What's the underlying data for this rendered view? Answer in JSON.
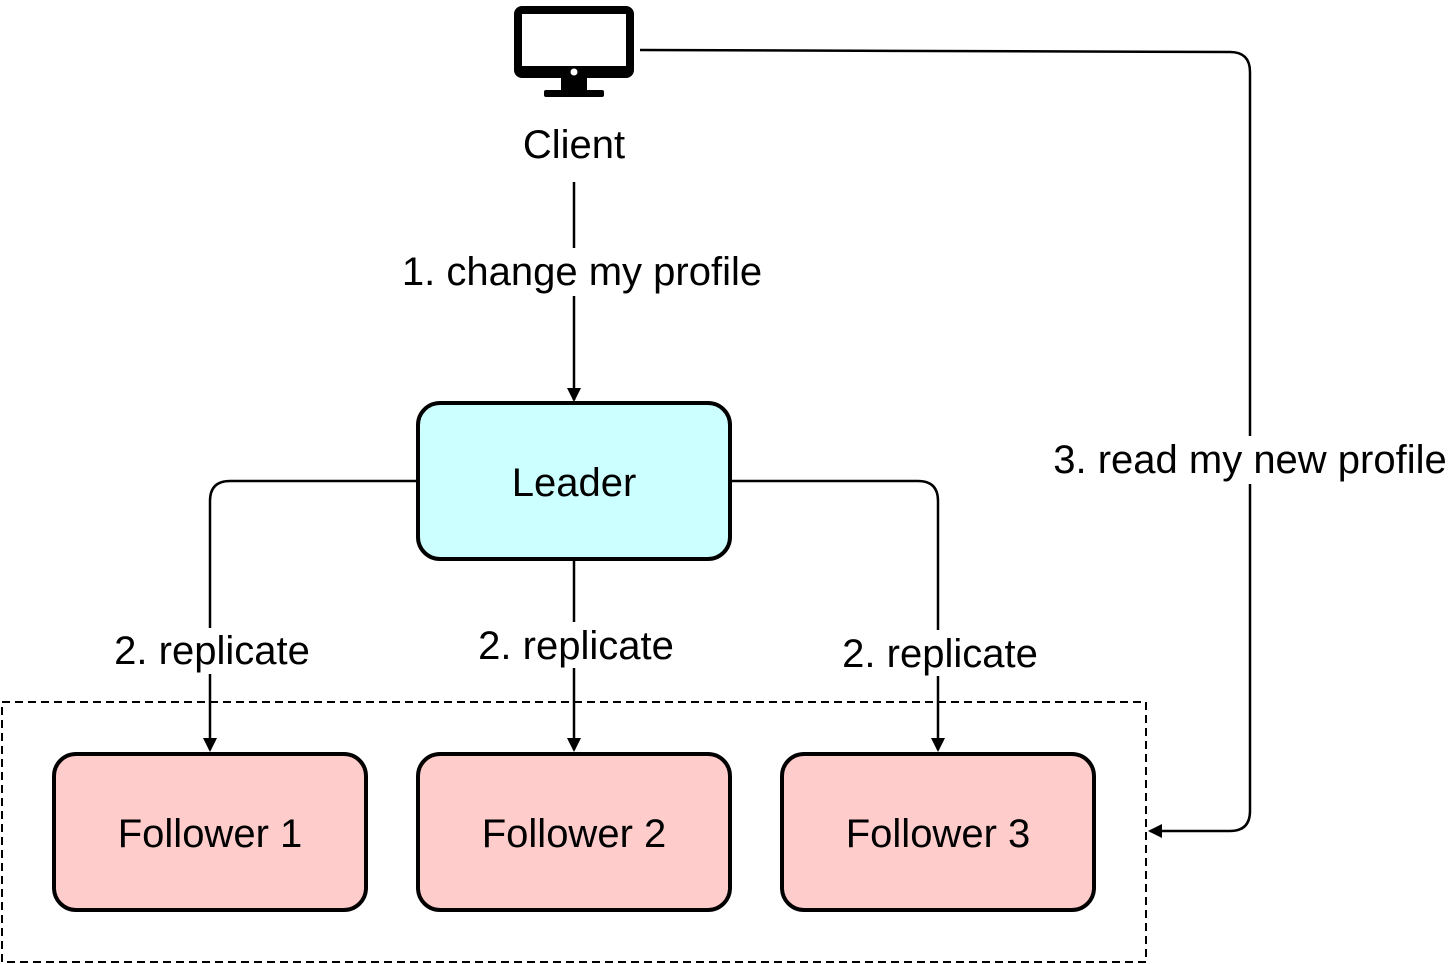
{
  "colors": {
    "leader_fill": "#ccffff",
    "follower_fill": "#ffcccc",
    "stroke": "#000000",
    "background": "#ffffff"
  },
  "client": {
    "icon": "monitor-icon",
    "label": "Client"
  },
  "leader": {
    "label": "Leader"
  },
  "followers": [
    {
      "label": "Follower 1"
    },
    {
      "label": "Follower 2"
    },
    {
      "label": "Follower 3"
    }
  ],
  "edges": {
    "write": {
      "label": "1. change my profile"
    },
    "replicate_1": {
      "label": "2. replicate"
    },
    "replicate_2": {
      "label": "2. replicate"
    },
    "replicate_3": {
      "label": "2. replicate"
    },
    "read": {
      "label": "3. read my new profile"
    }
  }
}
